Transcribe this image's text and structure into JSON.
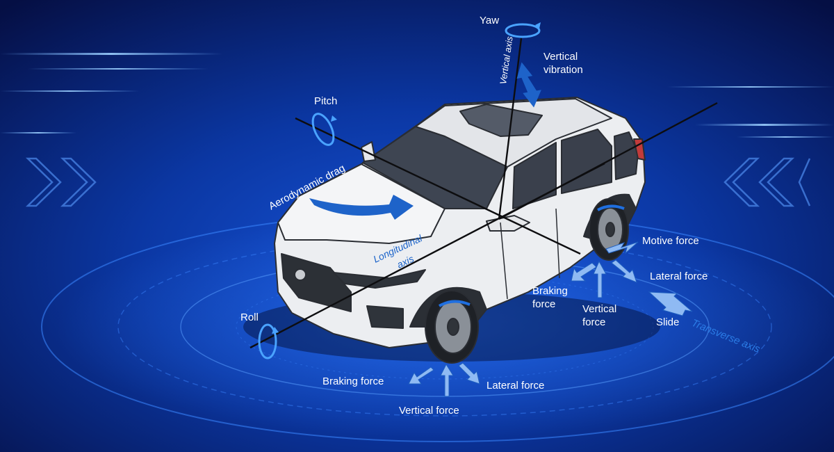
{
  "colors": {
    "background_dark": "#06124a",
    "background_mid": "#0a3fae",
    "glow": "#3d8bff",
    "arrow_blue": "#1f6fe0",
    "arrow_light": "#8fbaf3",
    "car_body": "#eef0f3",
    "axis_line": "#111111",
    "label": "#ffffff"
  },
  "labels": {
    "yaw": "Yaw",
    "vertical_axis": "Vertical axis",
    "vertical_vibration_1": "Vertical",
    "vertical_vibration_2": "vibration",
    "pitch": "Pitch",
    "aerodynamic_drag": "Aerodynamic drag",
    "longitudinal_axis_1": "Longitudinal",
    "longitudinal_axis_2": "axis",
    "roll": "Roll",
    "motive_force": "Motive force",
    "lateral_force_rear": "Lateral force",
    "braking_force_rear_1": "Braking",
    "braking_force_rear_2": "force",
    "vertical_force_rear_1": "Vertical",
    "vertical_force_rear_2": "force",
    "slide": "Slide",
    "transverse_axis": "Transverse axis",
    "braking_force_front": "Braking force",
    "lateral_force_front": "Lateral force",
    "vertical_force_front": "Vertical force"
  },
  "icons": {
    "left_chevrons": "double-chevron-right-icon",
    "right_chevrons": "double-chevron-left-icon",
    "rotation": "rotation-arrow-icon",
    "force": "arrow-icon"
  }
}
